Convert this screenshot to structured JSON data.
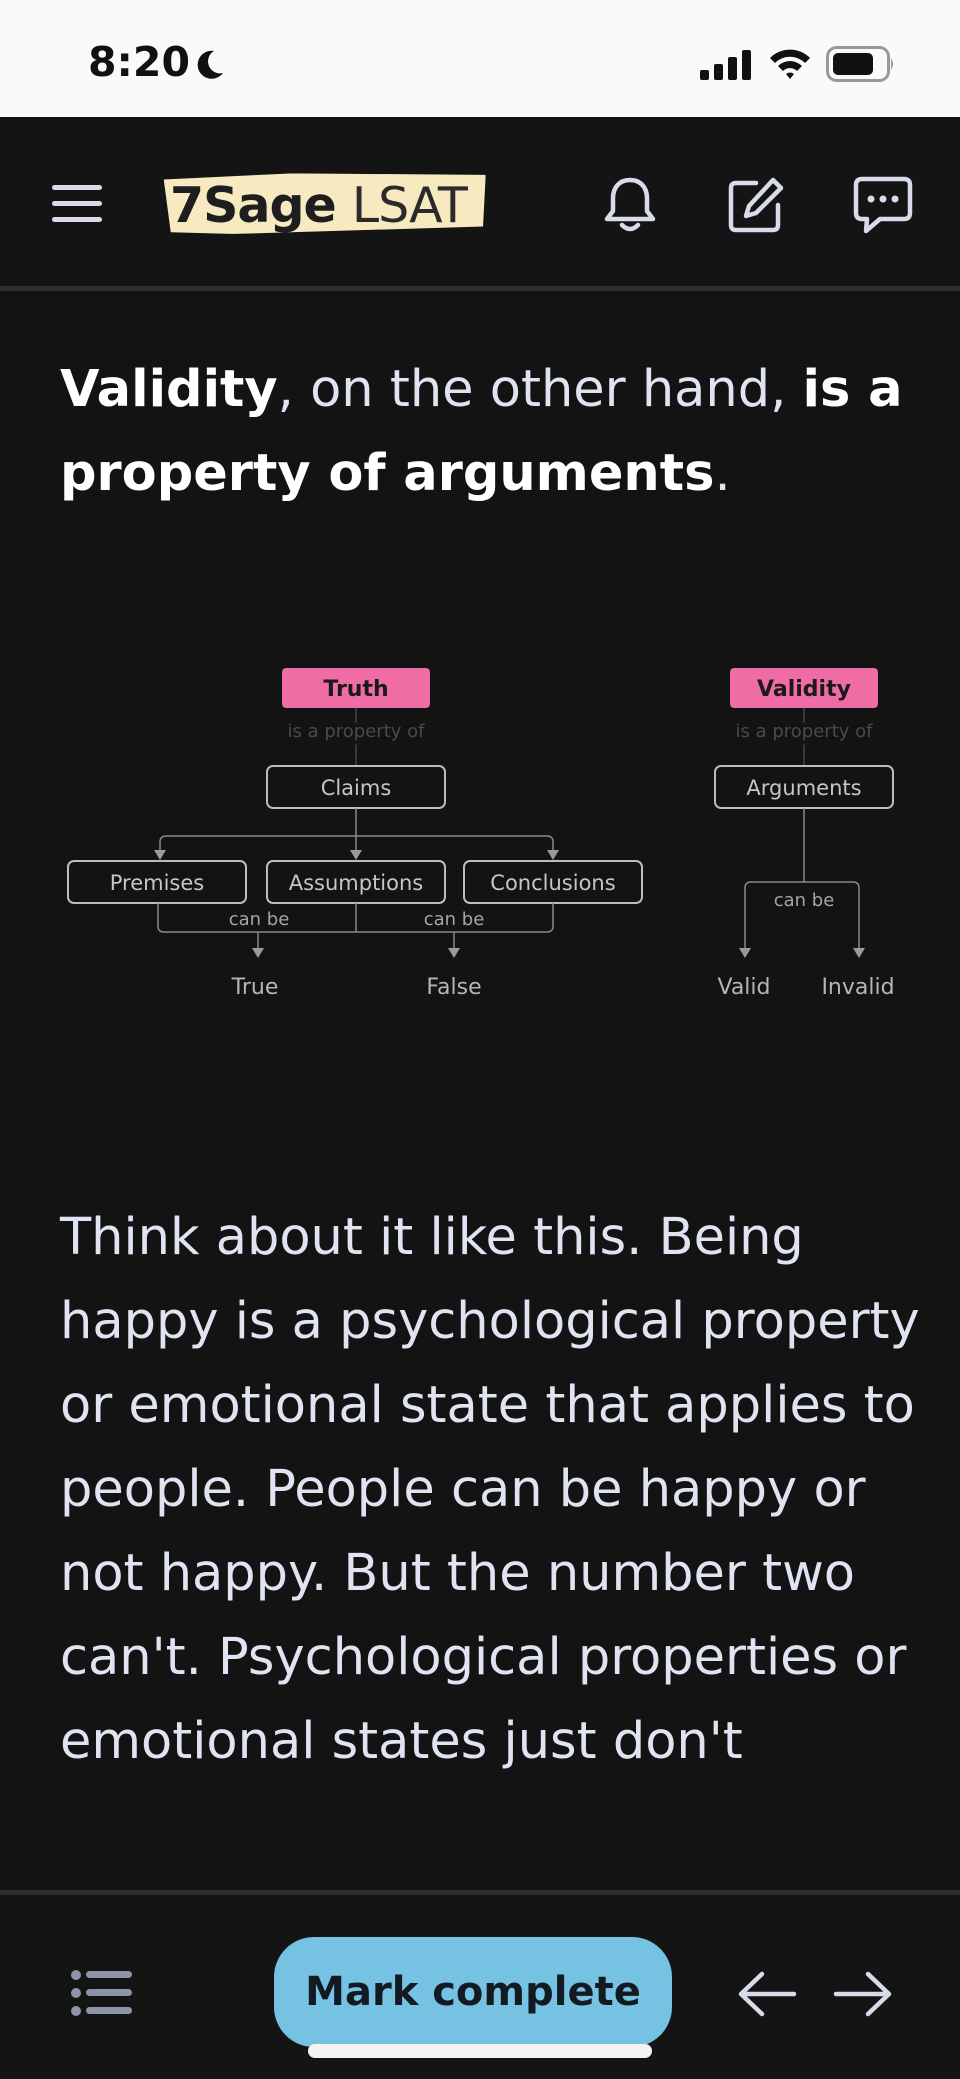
{
  "status": {
    "time": "8:20"
  },
  "header": {
    "logo_brand": "7Sage",
    "logo_product": "LSAT"
  },
  "intro": {
    "part1": "Validity",
    "part2": ", on the other hand, ",
    "part3": "is a property of arguments",
    "part4": "."
  },
  "diagram": {
    "truth": {
      "title": "Truth",
      "relation": "is a property of",
      "node": "Claims",
      "children": [
        "Premises",
        "Assumptions",
        "Conclusions"
      ],
      "can_be_left": "can be",
      "can_be_right": "can be",
      "outcomes": [
        "True",
        "False"
      ]
    },
    "validity": {
      "title": "Validity",
      "relation": "is a property of",
      "node": "Arguments",
      "can_be": "can be",
      "outcomes": [
        "Valid",
        "Invalid"
      ]
    }
  },
  "paragraph": "Think about it like this. Being happy is a psychological property or emotional state that applies to people. People can be happy or not happy. But the number two can't. Psychological properties or emotional states just don't",
  "bottom": {
    "mark_complete": "Mark complete"
  },
  "colors": {
    "accent_pink": "#f06ca4",
    "button_blue": "#76c2e2",
    "logo_yellow": "#f7eac0",
    "background": "#131313"
  }
}
